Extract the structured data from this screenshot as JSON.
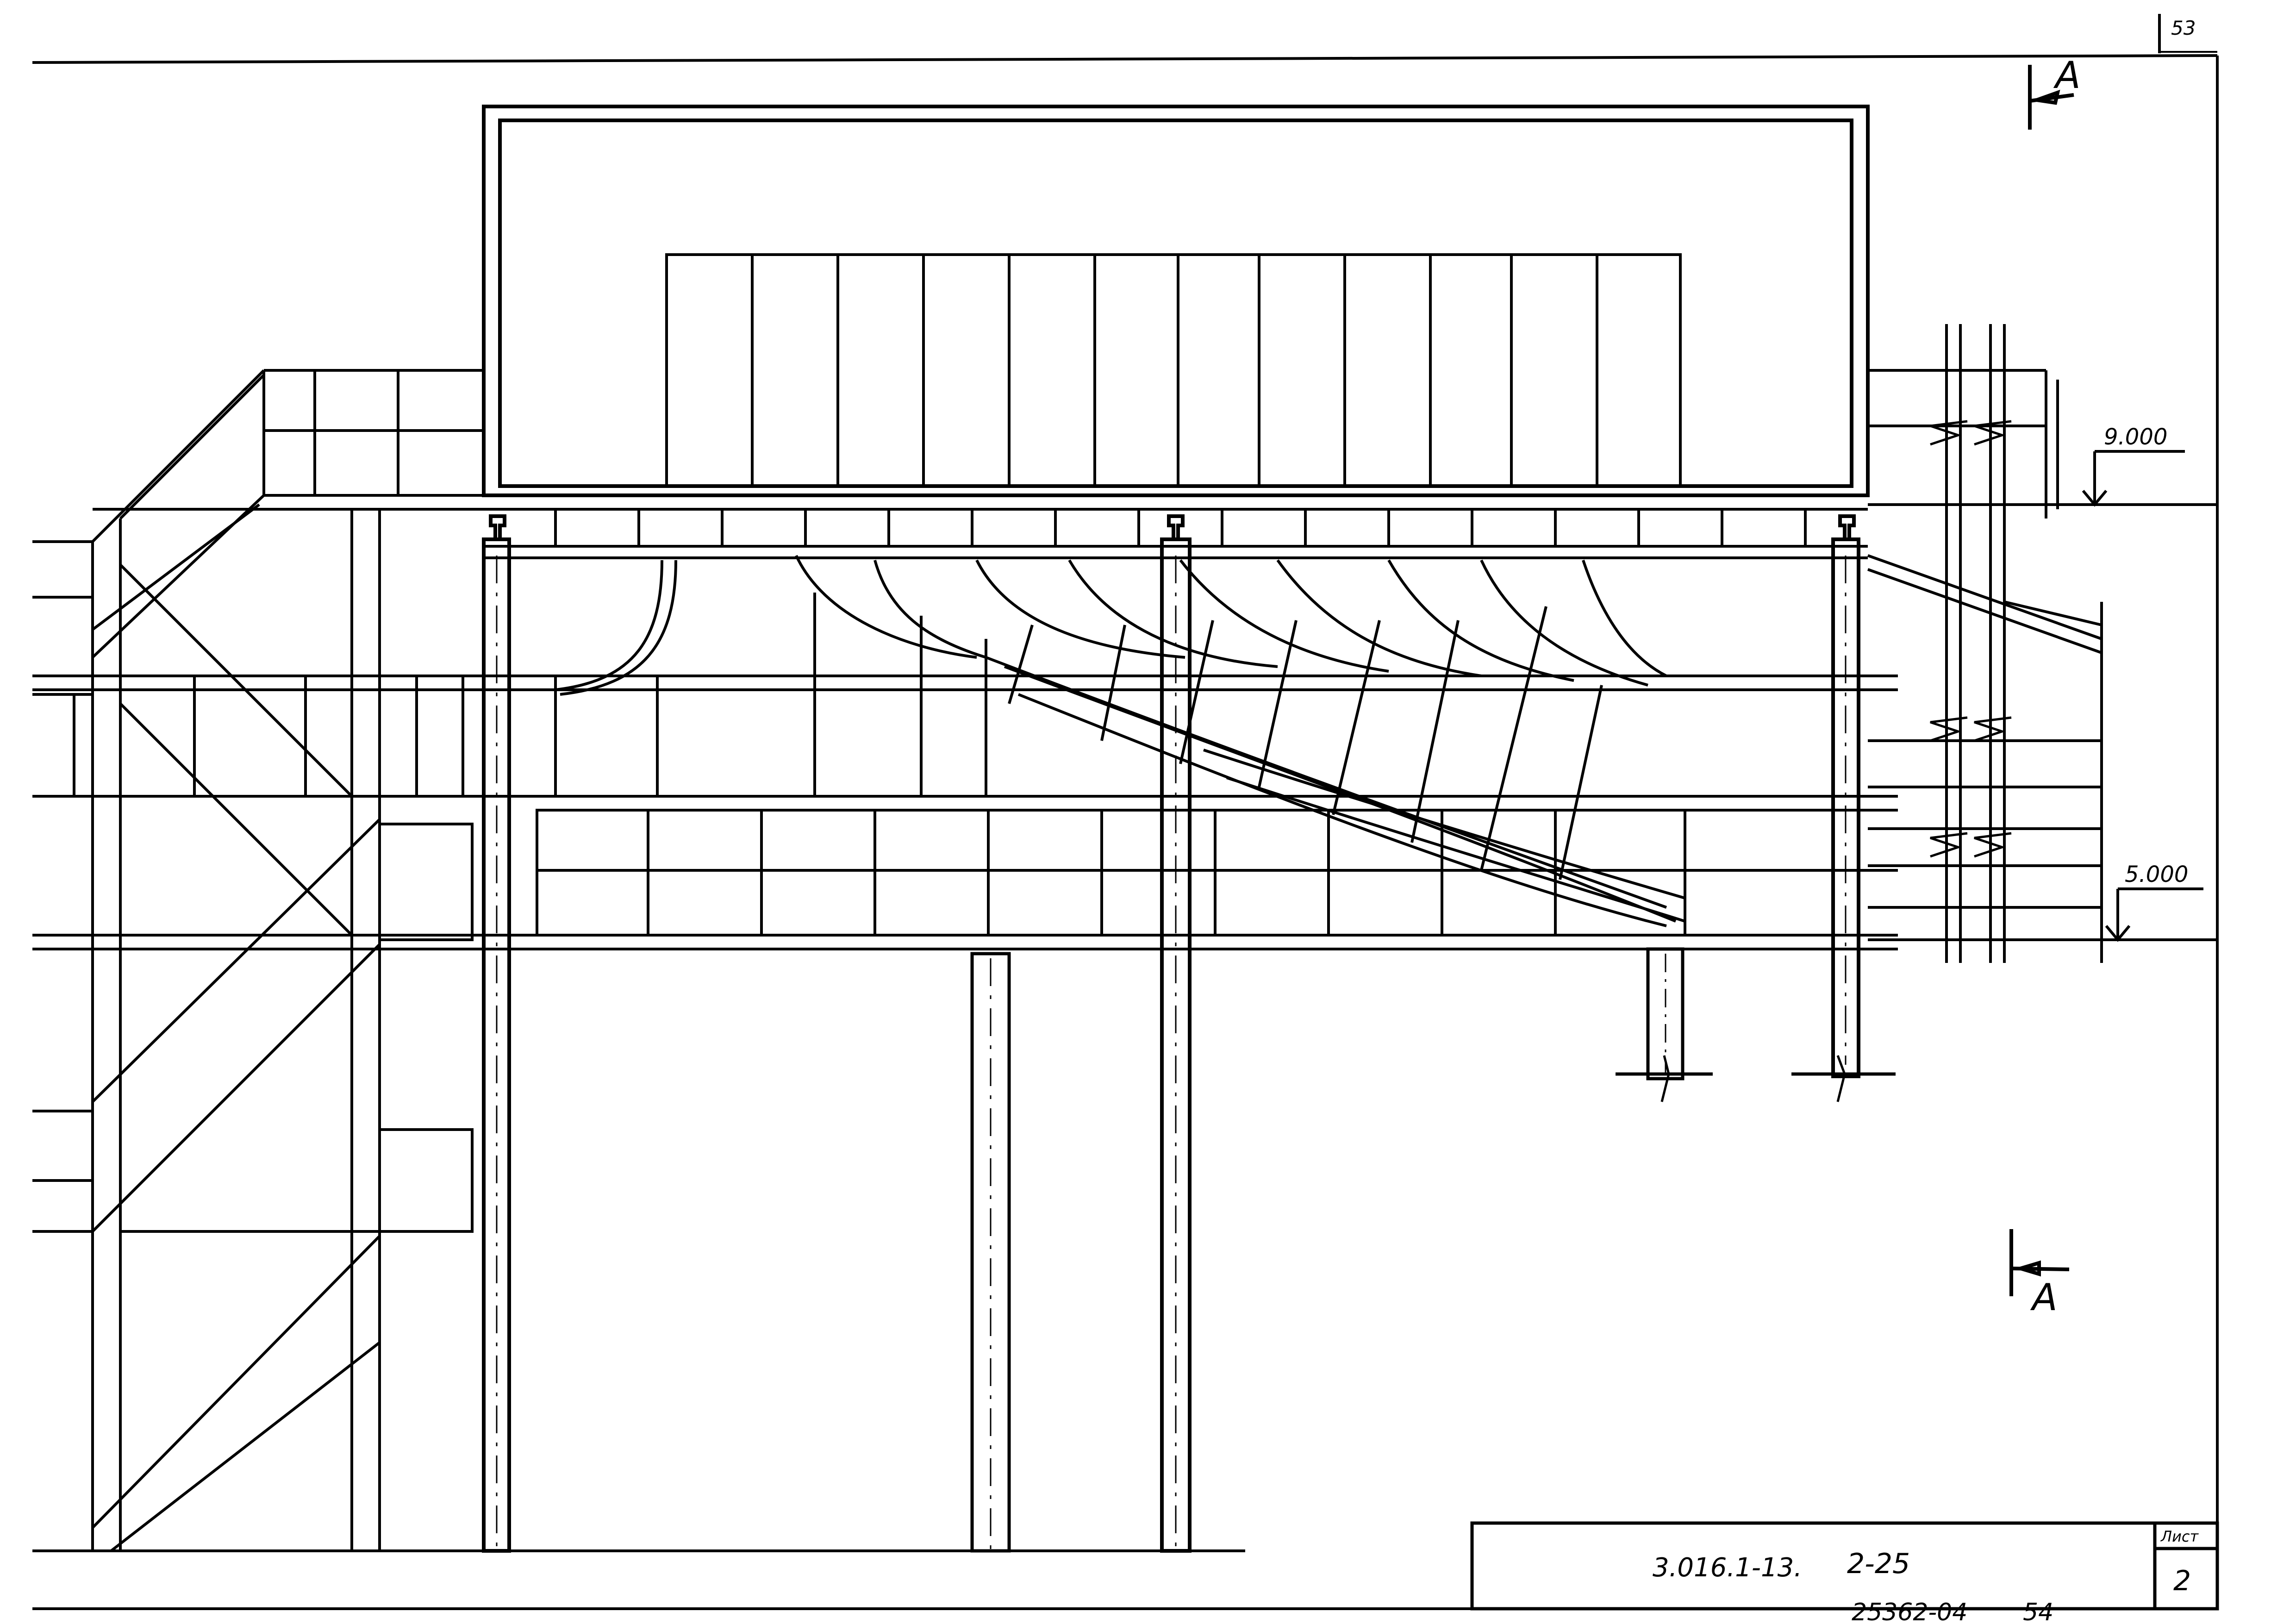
{
  "sheet": {
    "page_number": "53",
    "section_marker": "A",
    "elevation_upper": "9.000",
    "elevation_lower": "5.000",
    "designation": "3.016.1-13.",
    "drawing_number": "2-25",
    "sheet_label": "Лист",
    "sheet_number": "2",
    "archive_number": "25362-04",
    "archive_page": "54"
  }
}
